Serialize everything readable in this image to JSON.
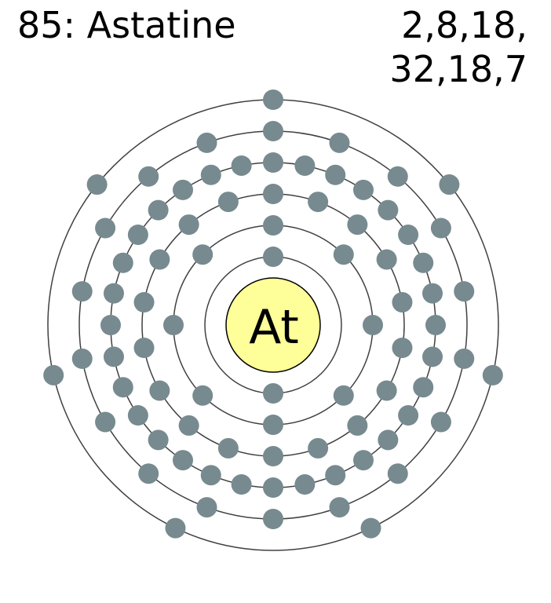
{
  "element": {
    "atomic_number": 85,
    "name": "Astatine",
    "symbol": "At",
    "title": "85: Astatine",
    "configuration_lines": [
      "2,8,18,",
      "32,18,7"
    ]
  },
  "shells": [
    2,
    8,
    18,
    32,
    18,
    7
  ],
  "colors": {
    "nucleus_fill": "#ffff99",
    "nucleus_stroke": "#000000",
    "electron": "#778a8f",
    "orbit": "#404040",
    "text": "#000000"
  }
}
